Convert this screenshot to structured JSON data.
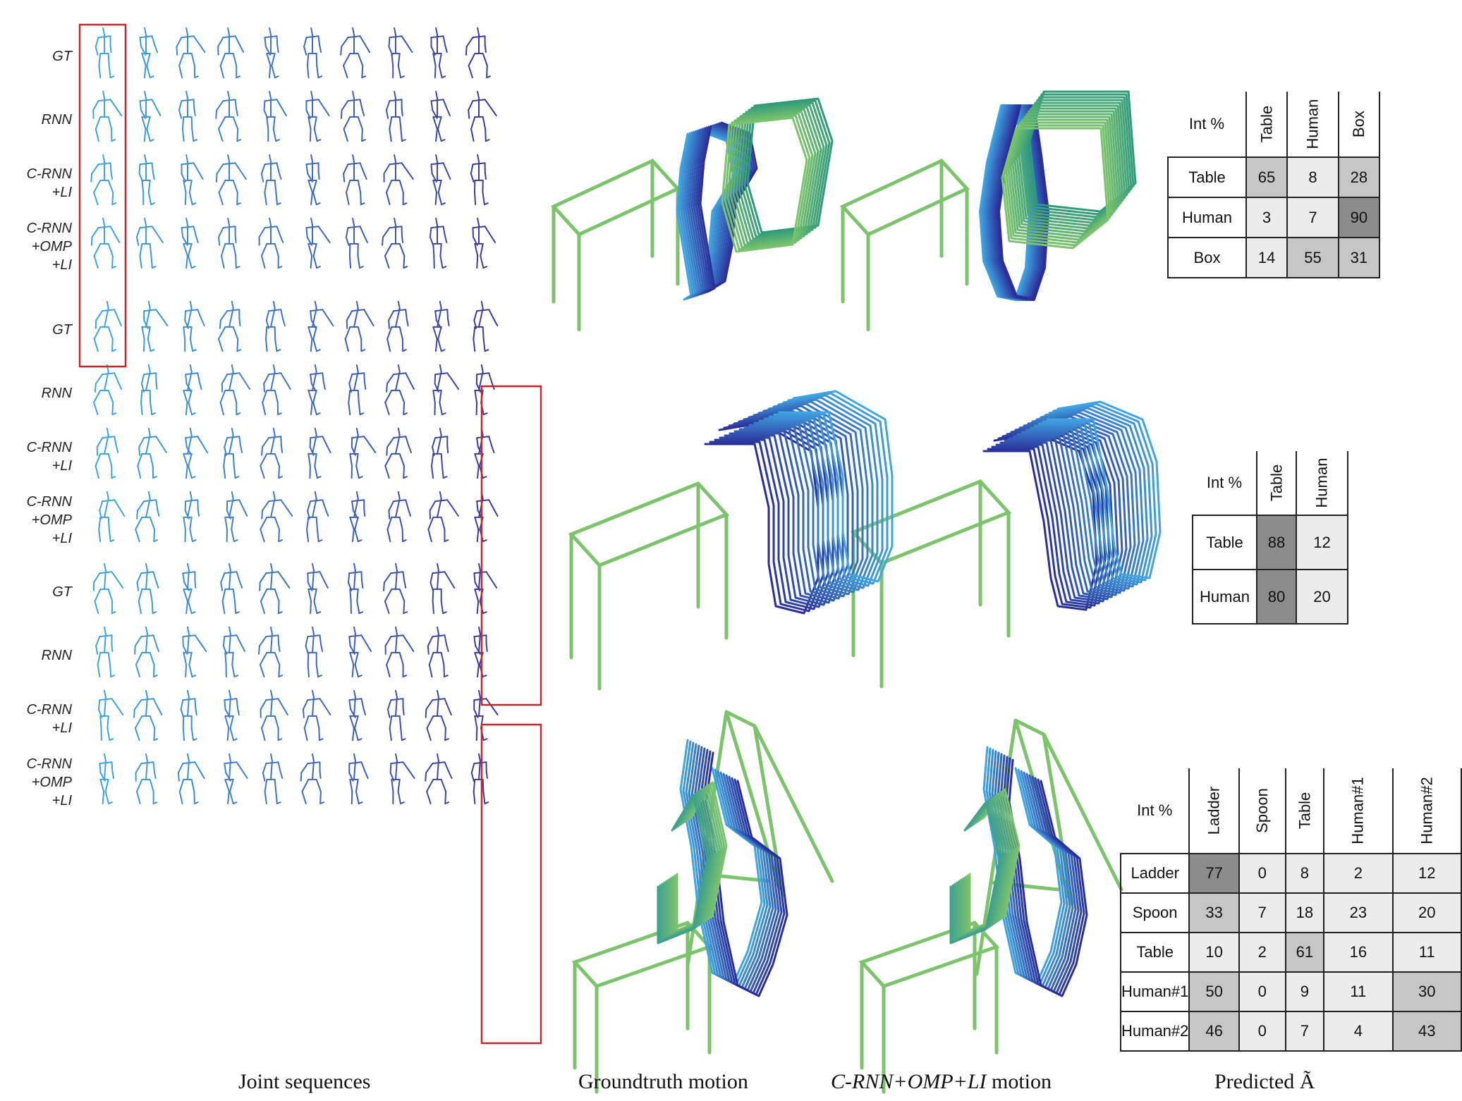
{
  "row_groups": [
    {
      "labels": [
        "GT",
        "RNN",
        "C-RNN\n+LI",
        "C-RNN\n+OMP\n+LI"
      ]
    },
    {
      "labels": [
        "GT",
        "RNN",
        "C-RNN\n+LI",
        "C-RNN\n+OMP\n+LI"
      ]
    },
    {
      "labels": [
        "GT",
        "RNN",
        "C-RNN\n+LI",
        "C-RNN\n+OMP\n+LI"
      ]
    }
  ],
  "captions": {
    "joint": "Joint sequences",
    "gt_motion": "Groundtruth motion",
    "pred_motion_it": "C-RNN+OMP+LI",
    "pred_motion_rest": " motion",
    "predicted": "Predicted Ã"
  },
  "colors": {
    "skeleton_start": "#3fa4e0",
    "skeleton_end": "#3e3c9a",
    "object_green": "#7cc46c",
    "highlight_box": "#c0282c",
    "cell_dark": "#8c8c8c",
    "cell_mid": "#c6c6c6",
    "cell_light": "#ececec"
  },
  "matrices": [
    {
      "corner": "Int %",
      "cols": [
        "Table",
        "Human",
        "Box"
      ],
      "rows": [
        {
          "label": "Table",
          "values": [
            65,
            8,
            28
          ]
        },
        {
          "label": "Human",
          "values": [
            3,
            7,
            90
          ]
        },
        {
          "label": "Box",
          "values": [
            14,
            55,
            31
          ]
        }
      ]
    },
    {
      "corner": "Int %",
      "cols": [
        "Table",
        "Human"
      ],
      "rows": [
        {
          "label": "Table",
          "values": [
            88,
            12
          ]
        },
        {
          "label": "Human",
          "values": [
            80,
            20
          ]
        }
      ]
    },
    {
      "corner": "Int %",
      "cols": [
        "Ladder",
        "Spoon",
        "Table",
        "Human#1",
        "Human#2"
      ],
      "rows": [
        {
          "label": "Ladder",
          "values": [
            77,
            0,
            8,
            2,
            12
          ]
        },
        {
          "label": "Spoon",
          "values": [
            33,
            7,
            18,
            23,
            20
          ]
        },
        {
          "label": "Table",
          "values": [
            10,
            2,
            61,
            16,
            11
          ]
        },
        {
          "label": "Human#1",
          "values": [
            50,
            0,
            9,
            11,
            30
          ]
        },
        {
          "label": "Human#2",
          "values": [
            46,
            0,
            7,
            4,
            43
          ]
        }
      ]
    }
  ]
}
